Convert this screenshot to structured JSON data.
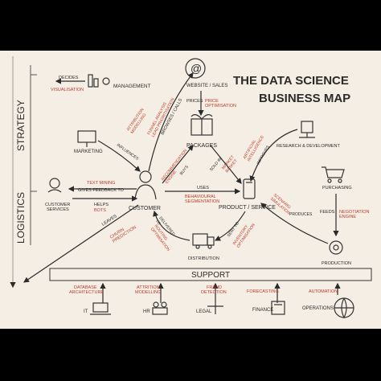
{
  "title": {
    "line1": "THE DATA SCIENCE",
    "line2": "BUSINESS MAP"
  },
  "sidebar": {
    "strategy": "STRATEGY",
    "logistics": "LOGISTICS"
  },
  "support_bar": {
    "label": "SUPPORT"
  },
  "nodes": {
    "support_circle": "@",
    "management": "MANAGEMENT",
    "marketing": "MARKETING",
    "website_sales": "WEBSITE / SALES",
    "packages": "PACKAGES",
    "research": "RESEARCH & DEVELOPMENT",
    "customer_services": "CUSTOMER\nSERVICES",
    "customer": "CUSTOMER",
    "product_service": "PRODUCT / SERVICE",
    "purchasing": "PURCHASING",
    "distribution": "DISTRIBUTION",
    "production": "PRODUCTION",
    "it": "IT",
    "hr": "HR",
    "legal": "LEGAL",
    "finance": "FINANCE",
    "operations": "OPERATIONS"
  },
  "labels": {
    "decides": "DECIDES",
    "visualisation": "VISUALISATION",
    "influences": "INFLUENCES",
    "attribution_modelling": "ATTRIBUTION\nMODELLING",
    "funnel_analysis": "FUNNEL ANALYSIS\nLEAD PRIORITISATION",
    "browses_calls": "BROWSES / CALLS",
    "prices": "PRICES",
    "price_optimisation": "PRICE\nOPTIMISATION",
    "recommendation_engine": "RECOMMENDATION\nENGINE",
    "buys": "BUYS",
    "market_basket": "MARKET\nBASKET",
    "sold_in": "SOLD IN",
    "artificial_intelligence": "ARTIFICIAL\nINTELLIGENCE",
    "improves": "IMPROVES",
    "text_mining": "TEXT MINING",
    "gives_feedback": "GIVES FEEDBACK TO",
    "helps": "HELPS",
    "bots": "BOTS",
    "uses": "USES",
    "behavioural_segmentation": "BEHAVIOURAL\nSEGMENTATION",
    "feeds": "FEEDS",
    "negotiation_engine": "NEGOTIATION\nENGINE",
    "scenario_simulation": "SCENARIO\nSIMULATION",
    "produces": "PRODUCES",
    "leaves": "LEAVES",
    "churn_prediction": "CHURN\nPREDICTION",
    "delivered_to": "DELIVERED\nTO",
    "routing_optimisation": "ROUTING\nOPTIMISATION",
    "sent_to": "SENT TO",
    "inventory_optimisation": "INVENTORY\nOPTIMISATION",
    "database_architecture": "DATABASE\nARCHITECTURE",
    "attrition_modelling": "ATTRITION\nMODELLING",
    "fraud_detection": "FRAUD\nDETECTION",
    "forecasting": "FORECASTING",
    "automation": "AUTOMATION"
  },
  "colors": {
    "background": "#f5eee4",
    "ink": "#2b2b2b",
    "accent": "#c0392b",
    "frame": "#000000"
  }
}
